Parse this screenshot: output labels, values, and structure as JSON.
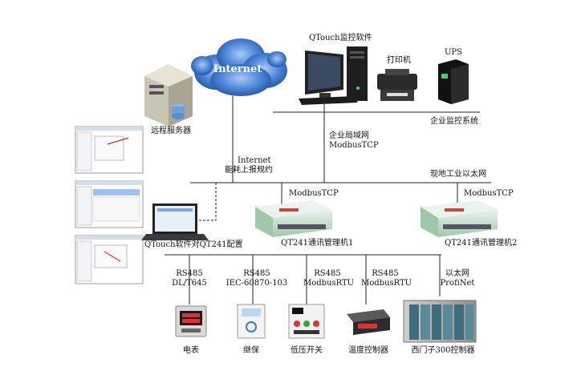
{
  "labels": {
    "qtouch_software": "QTouch监控软件",
    "printer": "打印机",
    "ups": "UPS",
    "internet": "Internet",
    "remote_server": "远程服务器",
    "enterprise_system": "企业监控系统",
    "lan_1": "企业局域网",
    "lan_2": "ModbusTCP",
    "inet_1": "Internet",
    "inet_2": "能耗上报规约",
    "field_ethernet": "现地工业以太网",
    "modbus_left": "ModbusTCP",
    "modbus_right": "ModbusTCP",
    "laptop_caption": "QTouch软件对QT241配置",
    "manager1": "QT241通讯管理机1",
    "manager2": "QT241通讯管理机2"
  },
  "buses": [
    {
      "proto": "RS485",
      "sub": "DL/T645",
      "device": "电表"
    },
    {
      "proto": "RS485",
      "sub": "IEC-60870-103",
      "device": "继保"
    },
    {
      "proto": "RS485",
      "sub": "ModbusRTU",
      "device": "低压开关"
    },
    {
      "proto": "RS485",
      "sub": "ModbusRTU",
      "device": "温度控制器"
    },
    {
      "proto": "以太网",
      "sub": "ProfiNet",
      "device": "西门子300控制器"
    }
  ],
  "colors": {
    "line": "#222222",
    "cloud": "#2f67c0",
    "device_green": "#7cbf8a"
  }
}
